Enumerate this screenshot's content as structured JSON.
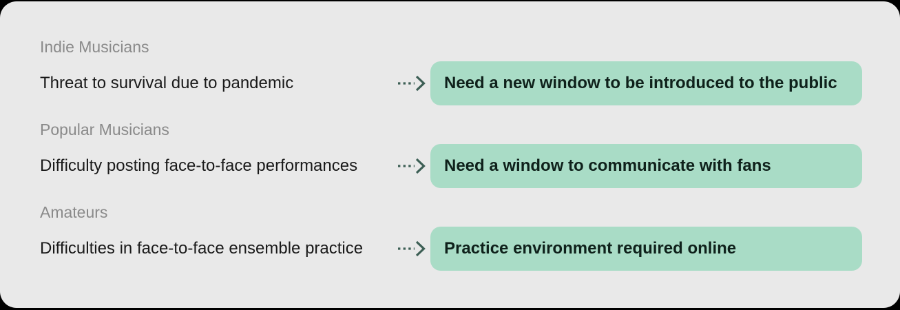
{
  "rows": [
    {
      "group": "Indie Musicians",
      "problem": "Threat to survival due to pandemic",
      "need": "Need a new window to be introduced to the public"
    },
    {
      "group": "Popular Musicians",
      "problem": "Difficulty posting face-to-face performances",
      "need": "Need a window to communicate with fans"
    },
    {
      "group": "Amateurs",
      "problem": "Difficulties in face-to-face ensemble practice",
      "need": "Practice environment required online"
    }
  ],
  "icons": {
    "arrow": "dotted-arrow-right"
  },
  "colors": {
    "card_bg": "#e9e9e9",
    "box_bg": "#a9dcc6",
    "arrow": "#3d5f55",
    "label": "#8a8a8a",
    "problem_text": "#1a1a1a",
    "need_text": "#0f211b"
  }
}
